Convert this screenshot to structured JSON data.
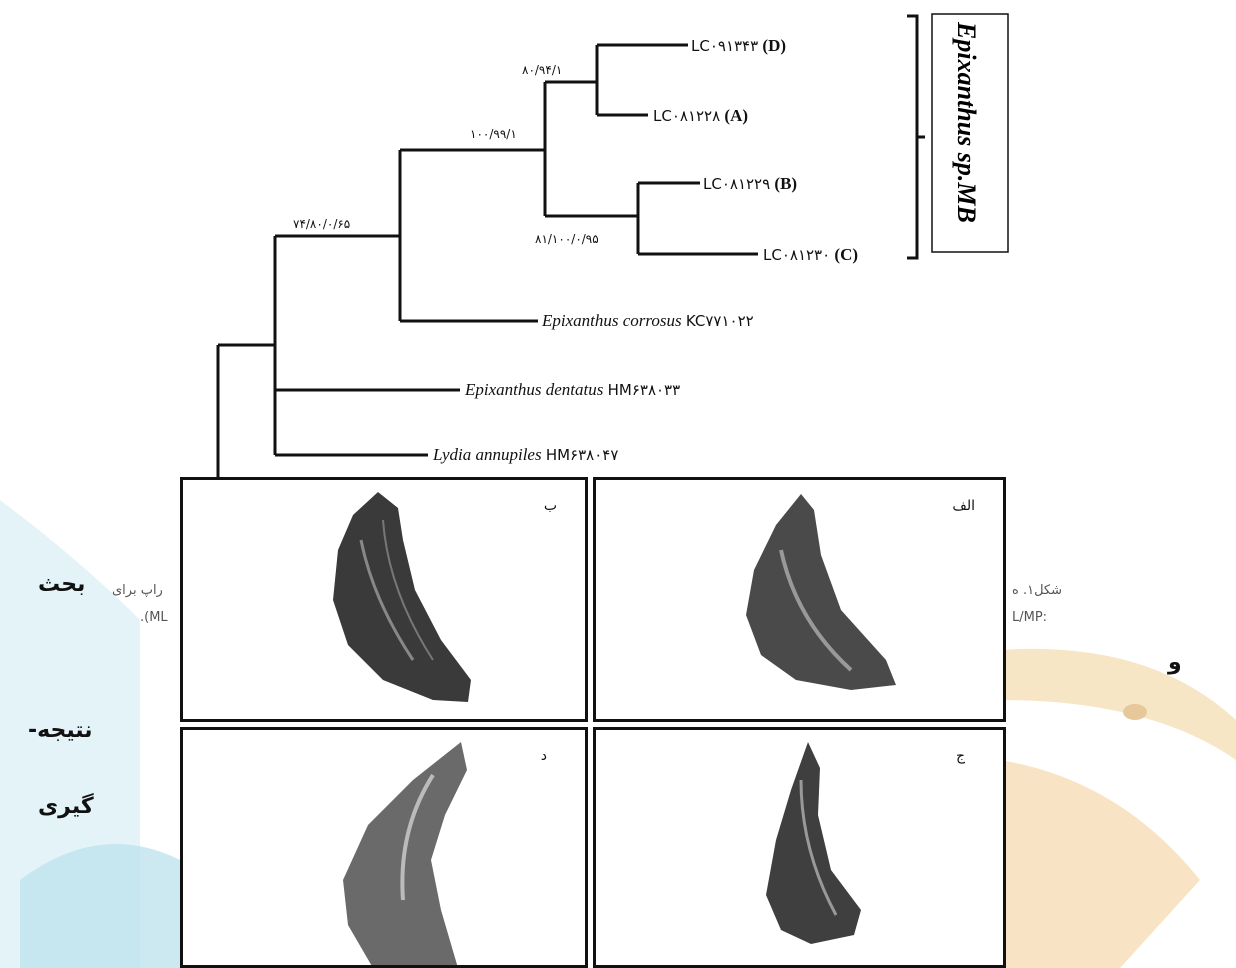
{
  "tree": {
    "leaves": [
      {
        "code": "LC۰۹۱۳۴۳",
        "tag": "(D)"
      },
      {
        "code": "LC۰۸۱۲۲۸",
        "tag": "(A)"
      },
      {
        "code": "LC۰۸۱۲۲۹",
        "tag": "(B)"
      },
      {
        "code": "LC۰۸۱۲۳۰",
        "tag": "(C)"
      },
      {
        "species": "Epixanthus corrosus",
        "code": "KC۷۷۱۰۲۲"
      },
      {
        "species": "Epixanthus dentatus",
        "code": "HM۶۳۸۰۳۳"
      },
      {
        "species": "Lydia annupiles",
        "code": "HM۶۳۸۰۴۷"
      }
    ],
    "bootstrap": [
      "۸۰/۹۴/۱",
      "۱۰۰/۹۹/۱",
      "۸۱/۱۰۰/۰/۹۵",
      "۷۴/۸۰/۰/۶۵"
    ],
    "clade_label": "Epixanthus sp.MB"
  },
  "caption": {
    "left_top": "راپ برای",
    "left_bottom": ".(ML",
    "right_top": "شکل۱. ه",
    "right_bottom": "L/MP:"
  },
  "side_text": {
    "w1": "بحث",
    "w2": "و",
    "w3": "نتیجه-",
    "w4": "گیری"
  },
  "panels": {
    "b": "ب",
    "alef": "الف",
    "d": "د",
    "j": "ج"
  },
  "colors": {
    "line": "#111111",
    "panel_border": "#111111",
    "tooth": "#3a3a3a"
  }
}
